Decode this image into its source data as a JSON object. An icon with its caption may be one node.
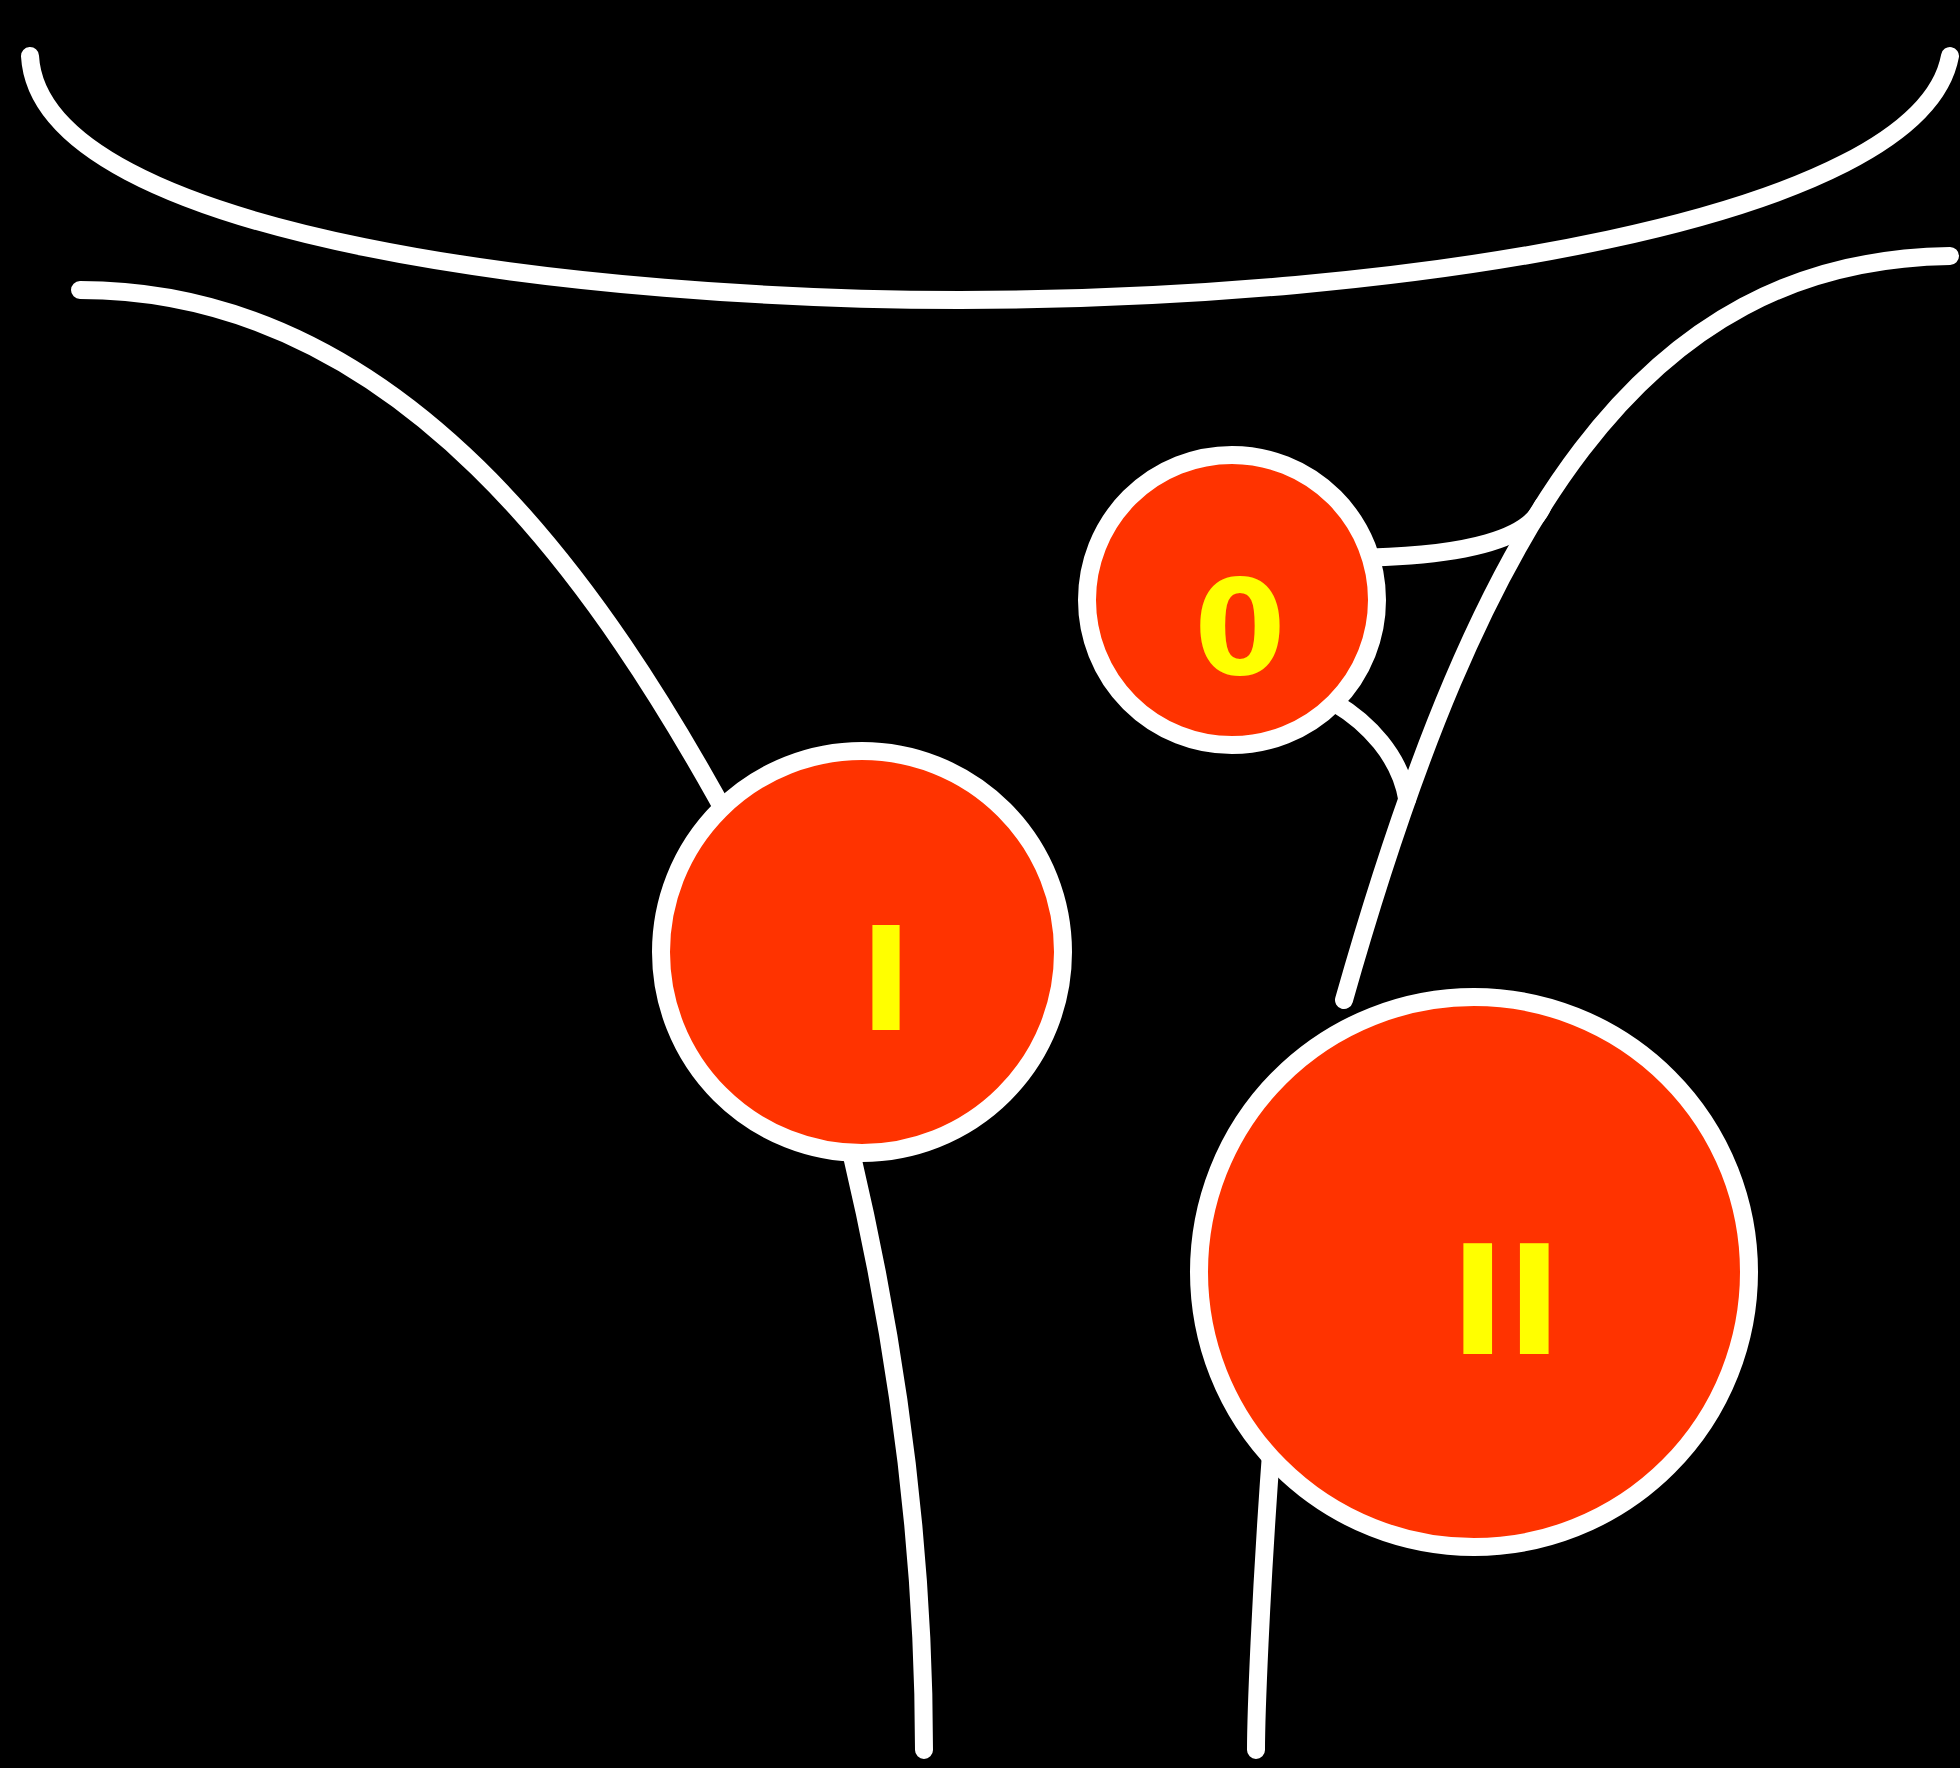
{
  "diagram": {
    "nodes": [
      {
        "text": [
          "0"
        ]
      },
      {
        "text": [
          "I"
        ]
      },
      {
        "text": [
          "II"
        ]
      },
      {
        "text": [],
        "shape": "line"
      }
    ],
    "edges": [
      {
        "from": 0,
        "to": 3,
        "arrow": "none"
      },
      {
        "from": 0,
        "to": 3,
        "arrow": "none"
      }
    ]
  }
}
